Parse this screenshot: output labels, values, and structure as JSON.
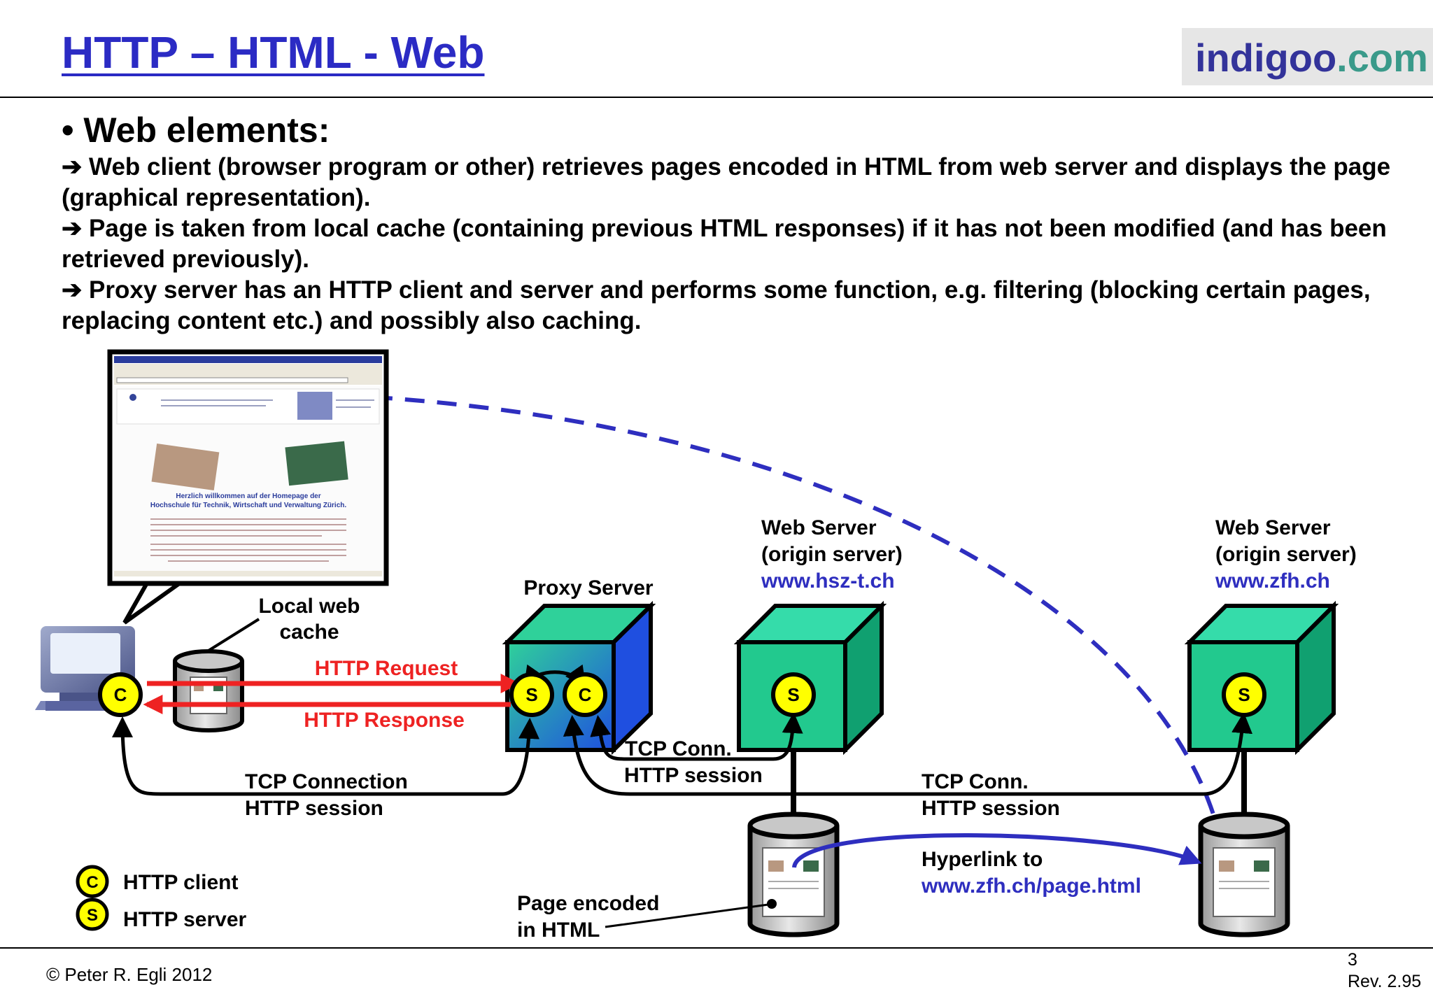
{
  "header": {
    "title": "HTTP – HTML - Web",
    "brand_part1": "indigoo",
    "brand_part2": ".com"
  },
  "content": {
    "heading": "• Web elements:",
    "bullets": [
      "➔ Web client (browser program or other) retrieves pages encoded in HTML from web server and displays the page (graphical representation).",
      "➔ Page is taken from local cache (containing previous HTML responses) if it has not been modified (and has been retrieved previously).",
      "➔ Proxy server has an HTTP client and server and performs some function, e.g. filtering (blocking certain pages, replacing content etc.) and possibly also caching."
    ]
  },
  "diagram": {
    "browser_screenshot": {
      "welcome_line1": "Herzlich willkommen auf der Homepage der",
      "welcome_line2": "Hochschule für Technik, Wirtschaft und Verwaltung Zürich."
    },
    "local_cache_label": [
      "Local web",
      "cache"
    ],
    "http_request_label": "HTTP Request",
    "http_response_label": "HTTP Response",
    "proxy_server_label": "Proxy Server",
    "server1": {
      "title": "Web Server",
      "subtitle": "(origin server)",
      "domain": "www.hsz-t.ch"
    },
    "server2": {
      "title": "Web Server",
      "subtitle": "(origin server)",
      "domain": "www.zfh.ch"
    },
    "client_letter": "C",
    "server_letter": "S",
    "tcp_conn_short": "TCP Conn.",
    "tcp_connection": "TCP Connection",
    "http_session": "HTTP session",
    "hyperlink_label": "Hyperlink to",
    "hyperlink_url": "www.zfh.ch/page.html",
    "page_encoded_label": [
      "Page encoded",
      "in HTML"
    ],
    "legend": [
      {
        "letter": "C",
        "label": "HTTP client"
      },
      {
        "letter": "S",
        "label": "HTTP server"
      }
    ],
    "colors": {
      "http_red": "#ee2222",
      "link_blue": "#2e2ebf",
      "server_green": "#2fd19a",
      "badge_yellow": "#ffff00"
    }
  },
  "footer": {
    "copyright": "© Peter R. Egli 2012",
    "page": "3",
    "revision": "Rev. 2.95"
  }
}
